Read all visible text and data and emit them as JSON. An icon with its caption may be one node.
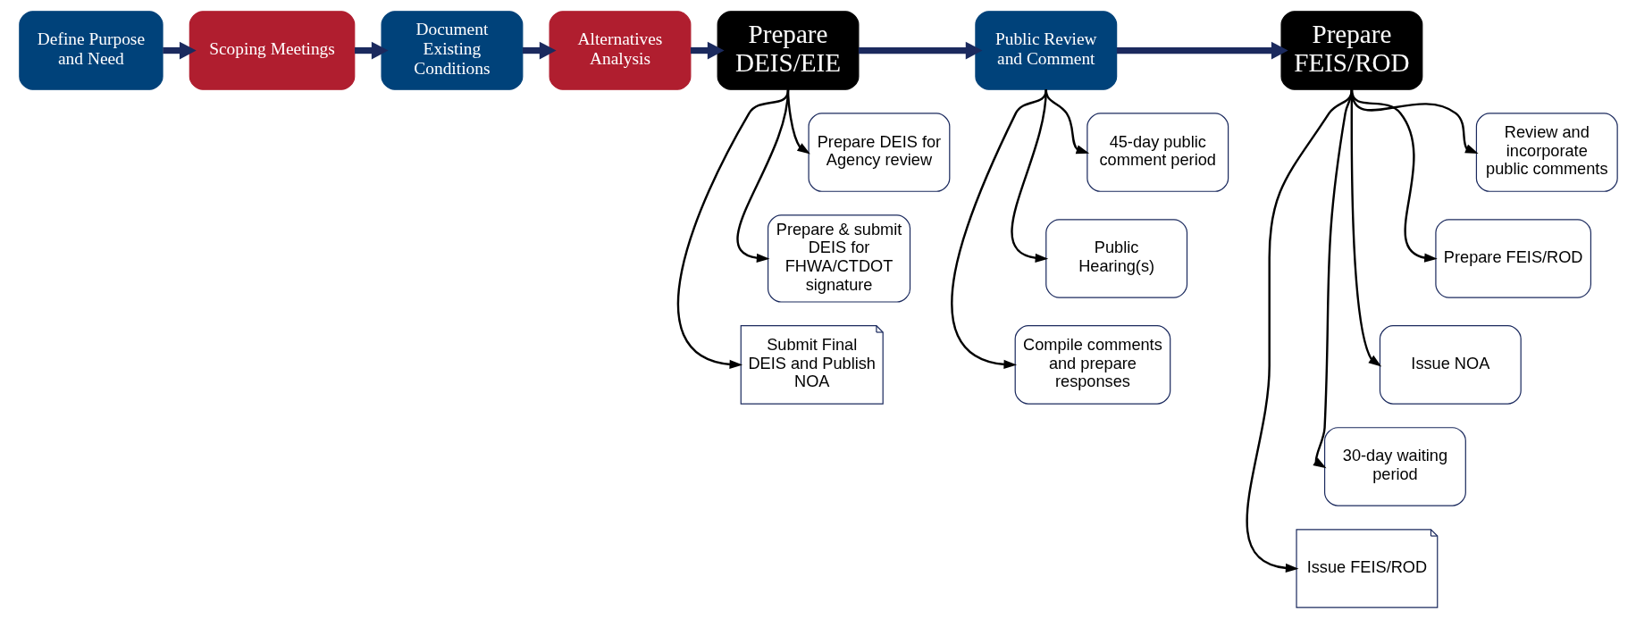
{
  "diagram": {
    "nodes": [
      {
        "text": [
          "Define Purpose and Need"
        ]
      },
      {
        "text": [
          "Scoping Meetings"
        ]
      },
      {
        "text": [
          "Document Existing Conditions"
        ]
      },
      {
        "text": [
          "Alternatives Analysis"
        ]
      },
      {
        "text": [
          "Prepare DEIS/EIE"
        ]
      },
      {
        "text": [
          "Public Review and Comment"
        ]
      },
      {
        "text": [
          "Prepare FEIS/ROD"
        ]
      },
      {
        "text": [
          "Prepare DEIS for Agency review"
        ]
      },
      {
        "text": [
          "Prepare & submit DEIS for FHWA/CTDOT signature"
        ]
      },
      {
        "text": [
          "Submit Final DEIS and Publish NOA"
        ]
      },
      {
        "text": [
          "45-day public comment period"
        ]
      },
      {
        "text": [
          "Public Hearing(s)"
        ]
      },
      {
        "text": [
          "Compile comments and prepare responses"
        ]
      },
      {
        "text": [
          "Review and incorporate public comments"
        ]
      },
      {
        "text": [
          "Prepare FEIS/ROD"
        ]
      },
      {
        "text": [
          "Issue NOA"
        ]
      },
      {
        "text": [
          "30-day waiting period"
        ]
      },
      {
        "text": [
          "Issue FEIS/ROD"
        ]
      }
    ],
    "edges": [
      {
        "from": 0,
        "to": 1,
        "arrow": "to",
        "style": "thick",
        "color": "#1b2a5e"
      },
      {
        "from": 1,
        "to": 2,
        "arrow": "to",
        "style": "thick",
        "color": "#1b2a5e"
      },
      {
        "from": 2,
        "to": 3,
        "arrow": "to",
        "style": "thick",
        "color": "#1b2a5e"
      },
      {
        "from": 3,
        "to": 4,
        "arrow": "to",
        "style": "thick",
        "color": "#1b2a5e"
      },
      {
        "from": 4,
        "to": 5,
        "arrow": "to",
        "style": "thick",
        "color": "#1b2a5e"
      },
      {
        "from": 5,
        "to": 6,
        "arrow": "to",
        "style": "thick",
        "color": "#1b2a5e"
      },
      {
        "from": 4,
        "to": 7,
        "arrow": "to"
      },
      {
        "from": 4,
        "to": 8,
        "arrow": "to"
      },
      {
        "from": 4,
        "to": 9,
        "arrow": "to"
      },
      {
        "from": 5,
        "to": 10,
        "arrow": "to"
      },
      {
        "from": 5,
        "to": 11,
        "arrow": "to"
      },
      {
        "from": 5,
        "to": 12,
        "arrow": "to"
      },
      {
        "from": 6,
        "to": 13,
        "arrow": "to"
      },
      {
        "from": 6,
        "to": 14,
        "arrow": "to"
      },
      {
        "from": 6,
        "to": 15,
        "arrow": "to"
      },
      {
        "from": 6,
        "to": 16,
        "arrow": "to"
      },
      {
        "from": 6,
        "to": 17,
        "arrow": "to"
      }
    ]
  }
}
